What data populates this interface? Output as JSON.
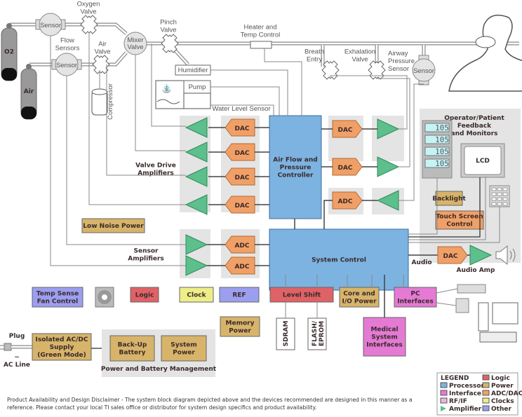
{
  "colors": {
    "processor": "#7cb3e1",
    "interface": "#e47ad4",
    "rfif": "#f0b3e6",
    "amplifier": "#5cbf8c",
    "logic": "#df6266",
    "power": "#d7b46a",
    "adcdac": "#f0a067",
    "clocks": "#eeee88",
    "other": "#9c9ef0",
    "panel": "#e4e4e4",
    "line": "#777777"
  },
  "pneumatics": {
    "tank_o2": "O2",
    "tank_air": "Air",
    "sensor": "Sensor",
    "flow_sensors": [
      "Flow",
      "Sensors"
    ],
    "oxygen_valve": [
      "Oxygen",
      "Valve"
    ],
    "air_valve": [
      "Air",
      "Valve"
    ],
    "mixer_valve": [
      "Mixer",
      "Valve"
    ],
    "pinch_valve": [
      "Pinch",
      "Valve"
    ],
    "heater": [
      "Heater and",
      "Temp Control"
    ],
    "compressor": "Compressor",
    "humidifier": "Humidifier",
    "pump": "Pump",
    "water_level_sensor": "Water Level Sensor",
    "breath_entry": [
      "Breath",
      "Entry"
    ],
    "exhalation_valve": [
      "Exhalation",
      "Valve"
    ],
    "airway_pressure_sensor": [
      "Airway",
      "Pressure",
      "Sensor"
    ]
  },
  "blocks": {
    "dac": "DAC",
    "adc": "ADC",
    "air_flow_controller": [
      "Air Flow and",
      "Pressure",
      "Controller"
    ],
    "system_control": "System Control",
    "valve_drive_amplifiers": [
      "Valve Drive",
      "Amplifiers"
    ],
    "sensor_amplifiers": [
      "Sensor",
      "Amplifiers"
    ],
    "low_noise_power": "Low Noise Power",
    "temp_sense": [
      "Temp Sense",
      "Fan Control"
    ],
    "logic": "Logic",
    "clock": "Clock",
    "ref": "REF",
    "level_shift": "Level Shift",
    "core_io_power": [
      "Core and",
      "I/O Power"
    ],
    "pc_interfaces": [
      "PC",
      "Interfaces"
    ],
    "medical_interfaces": [
      "Medical",
      "System",
      "Interfaces"
    ],
    "memory_power": [
      "Memory",
      "Power"
    ],
    "sdram": "SDRAM",
    "flash": [
      "FLASH/",
      "EPROM"
    ],
    "audio": "Audio",
    "audio_amp": "Audio Amp",
    "operator_panel": [
      "Operator/Patient",
      "Feedback",
      "and Monitors"
    ],
    "lcd": "LCD",
    "seg_readout": "105",
    "backlight": "Backlight",
    "touch_screen": [
      "Touch Screen",
      "Control"
    ],
    "plug": "Plug",
    "ac_line": "AC Line",
    "ac_symbol": "~",
    "acdc_supply": [
      "Isolated AC/DC",
      "Supply",
      "(Green Mode)"
    ],
    "backup_battery": [
      "Back-Up",
      "Battery"
    ],
    "system_power": [
      "System",
      "Power"
    ],
    "power_battery_mgmt": "Power and Battery Management"
  },
  "legend": {
    "title": "LEGEND",
    "items": [
      {
        "label": "Processor",
        "key": "processor"
      },
      {
        "label": "Interface",
        "key": "interface"
      },
      {
        "label": "RF/IF",
        "key": "rfif"
      },
      {
        "label": "Amplifier",
        "key": "amplifier"
      },
      {
        "label": "Logic",
        "key": "logic"
      },
      {
        "label": "Power",
        "key": "power"
      },
      {
        "label": "ADC/DAC",
        "key": "adcdac"
      },
      {
        "label": "Clocks",
        "key": "clocks"
      },
      {
        "label": "Other",
        "key": "other"
      }
    ]
  },
  "disclaimer": "Product Availability and Design Disclaimer - The system block diagram depicted above and the devices recommended are designed in this manner as a reference.  Please contact your local TI sales office or distributor for system design specifics and product availability."
}
